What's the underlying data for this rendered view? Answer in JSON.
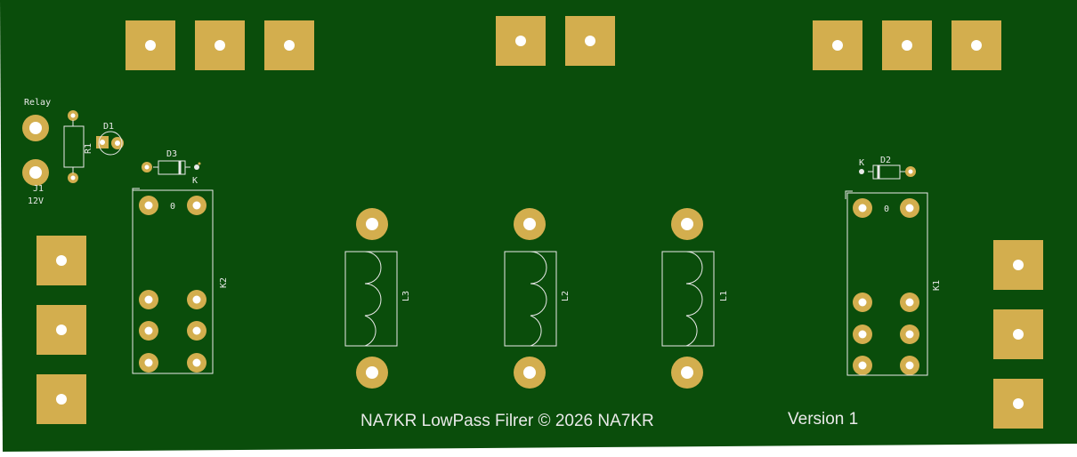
{
  "colors": {
    "board": "#0a4d0b",
    "copper": "#d3ae4e",
    "hole": "#ffffff",
    "silkscreen": "#e9e9e9"
  },
  "labels": {
    "relay": "Relay",
    "j1": "J1",
    "j1_voltage": "12V",
    "r1": "R1",
    "d1": "D1",
    "d3": "D3",
    "d3_cathode": "K",
    "d2": "D2",
    "d2_cathode": "K",
    "k2": "K2",
    "k1": "K1",
    "l3": "L3",
    "l2": "L2",
    "l1": "L1",
    "k2_pin": "0",
    "k1_pin": "0"
  },
  "footer": {
    "title": "NA7KR LowPass Filrer © 2026 NA7KR",
    "version": "Version 1"
  }
}
